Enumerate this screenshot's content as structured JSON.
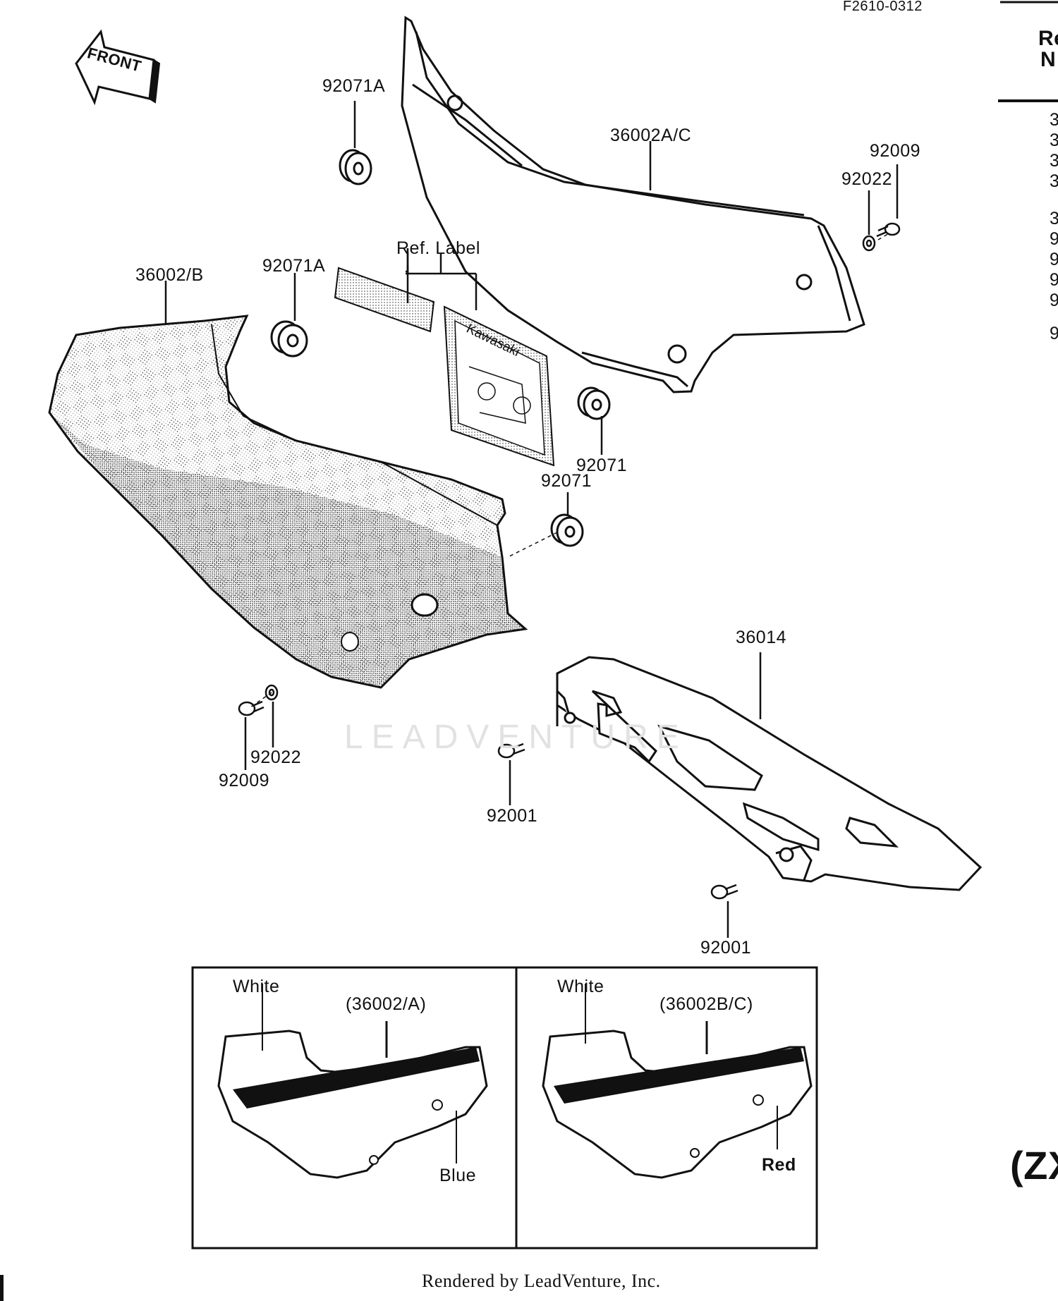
{
  "header": {
    "figure_code": "F2610-0312",
    "ref_heading_line1": "Re",
    "ref_heading_line2": "N"
  },
  "front_arrow": {
    "label": "FRONT"
  },
  "callouts": {
    "c92071a_top": "92071A",
    "c36002ac": "36002A/C",
    "c92009_right": "92009",
    "c92022_right": "92022",
    "ref_label": "Ref. Label",
    "c36002b": "36002/B",
    "c92071a_left": "92071A",
    "c92071_a": "92071",
    "c92071_b": "92071",
    "c36014": "36014",
    "c92022_left": "92022",
    "c92009_left": "92009",
    "c92001_mid": "92001",
    "c92001_low": "92001"
  },
  "decal": {
    "brand": "Kawasaki"
  },
  "variants": [
    {
      "color_top": "White",
      "part": "(36002/A)",
      "color_bottom": "Blue"
    },
    {
      "color_top": "White",
      "part": "(36002B/C)",
      "color_bottom": "Red"
    }
  ],
  "right_column": [
    "3",
    "3",
    "3",
    "3",
    "3",
    "9",
    "9",
    "9",
    "9",
    "9"
  ],
  "model_code": "(ZX",
  "watermark": {
    "text": "LEADVENTURE"
  },
  "footer": {
    "text": "Rendered by LeadVenture, Inc."
  },
  "icons": [
    "front-arrow-icon",
    "grommet-icon",
    "bolt-icon",
    "washer-icon"
  ]
}
